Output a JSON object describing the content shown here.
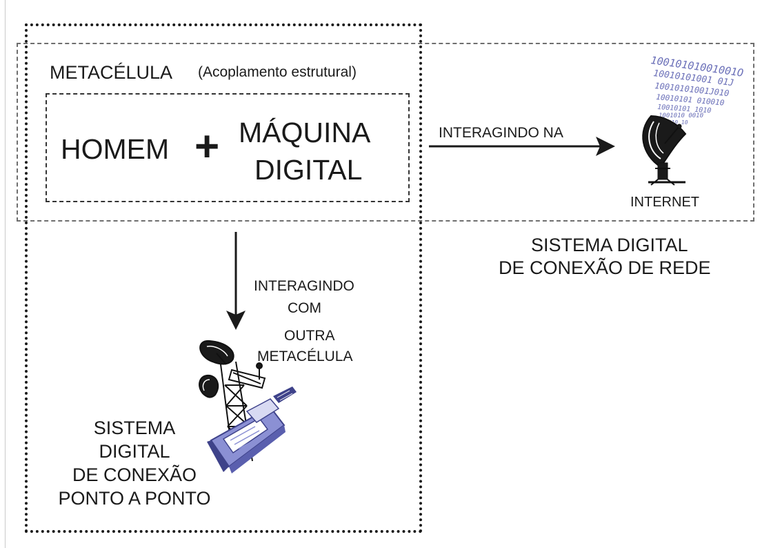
{
  "metacell": {
    "title": "METACÉLULA",
    "subtitle": "(Acoplamento estrutural)",
    "homem": "HOMEM",
    "plus": "+",
    "maquina": "MÁQUINA",
    "digital": "DIGITAL"
  },
  "network": {
    "arrow_label": "INTERAGINDO NA",
    "internet_label": "INTERNET",
    "system_label_line1": "SISTEMA DIGITAL",
    "system_label_line2": "DE CONEXÃO DE REDE",
    "binary_lines": [
      "10010101001001O",
      "10010101001 01J",
      "10010101001J010",
      "10010101 010010",
      "10010101 1010",
      "1001010 0010",
      "10010  10"
    ]
  },
  "p2p": {
    "arrow_label_line1": "INTERAGINDO",
    "arrow_label_line2": "COM",
    "arrow_label_line3": "OUTRA",
    "arrow_label_line4": "METACÉLULA",
    "system_label_lines": [
      "SISTEMA",
      "DIGITAL",
      "DE CONEXÃO",
      "PONTO A PONTO"
    ]
  },
  "colors": {
    "ink": "#1a1a1a",
    "network_box": "#6e6e6e",
    "binary_text": "#6a6fb8",
    "device_fill": "#8b90d4",
    "device_dark": "#3e428a"
  }
}
